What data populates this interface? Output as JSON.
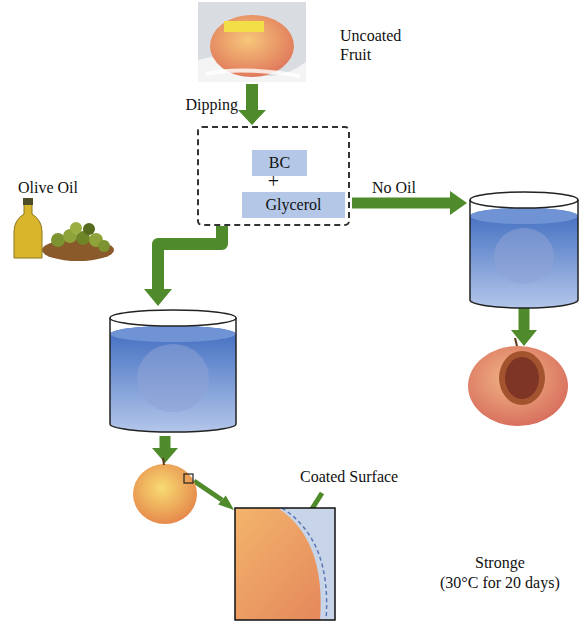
{
  "diagram": {
    "nodes": [
      {
        "text": [
          "Uncoated Fruit"
        ]
      },
      {
        "text": [
          "+"
        ]
      },
      {
        "text": [
          "BC"
        ],
        "in": 1
      },
      {
        "text": [
          "Glycerol"
        ],
        "in": 1
      }
    ],
    "edges": [
      {
        "from": 0,
        "to": 1,
        "arrow": "to",
        "label": "Dipping"
      }
    ],
    "labels": [
      "Olive Oil",
      "No Oil",
      "Coated Surface",
      "Stronge",
      "(30°C for 20 days)"
    ]
  }
}
